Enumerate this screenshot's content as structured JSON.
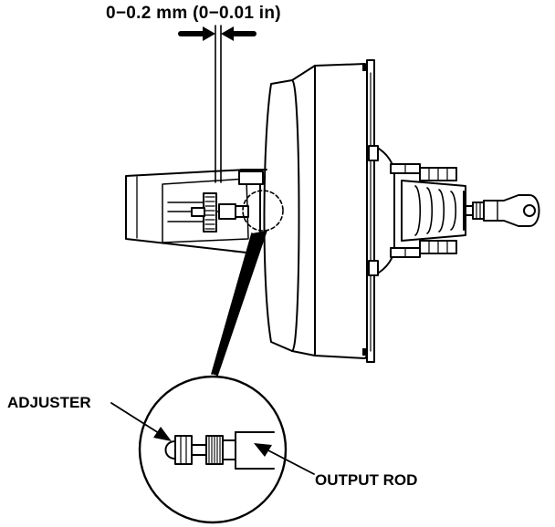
{
  "labels": {
    "clearance": "0−0.2 mm (0−0.01 in)",
    "adjuster": "ADJUSTER",
    "output_rod": "OUTPUT ROD"
  },
  "colors": {
    "ink": "#000000",
    "paper": "#ffffff"
  }
}
